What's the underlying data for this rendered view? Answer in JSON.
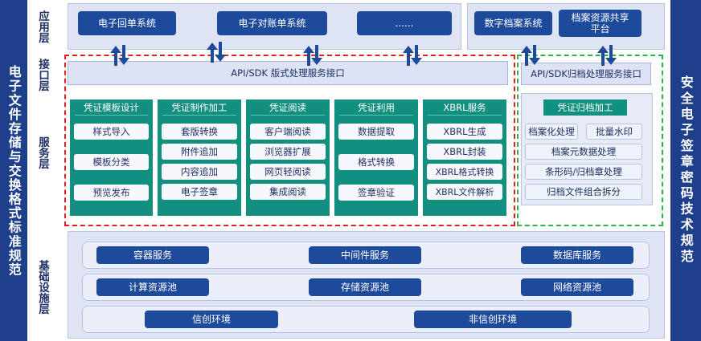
{
  "left_title": "电子文件存储与交换格式标准规范",
  "right_title": "安全电子签章密码技术规范",
  "layers": {
    "app": "应用层",
    "interface": "接口层",
    "service": "服务层",
    "infra": "基础设施层"
  },
  "app_layer": {
    "items": [
      "电子回单系统",
      "电子对账单系统",
      "......"
    ],
    "right_items": [
      "数字档案系统",
      "档案资源共享\n平台"
    ]
  },
  "interface_layer": {
    "left": "API/SDK 版式处理服务接口",
    "right": "API/SDK归档处理服务接口"
  },
  "service_columns": [
    {
      "title": "凭证模板设计",
      "items": [
        "样式导入",
        "模板分类",
        "预览发布"
      ]
    },
    {
      "title": "凭证制作加工",
      "items": [
        "套版转换",
        "附件追加",
        "内容追加",
        "电子签章"
      ]
    },
    {
      "title": "凭证阅读",
      "items": [
        "客户端阅读",
        "浏览器扩展",
        "网页轻阅读",
        "集成阅读"
      ]
    },
    {
      "title": "凭证利用",
      "items": [
        "数据提取",
        "格式转换",
        "签章验证"
      ]
    },
    {
      "title": "XBRL服务",
      "items": [
        "XBRL生成",
        "XBRL封装",
        "XBRL格式转换",
        "XBRL文件解析"
      ]
    }
  ],
  "archive_service": {
    "title": "凭证归档加工",
    "items": [
      "档案化处理",
      "批量水印",
      "档案元数据处理",
      "条形码/归档章处理",
      "归档文件组合拆分"
    ]
  },
  "infra_layer": {
    "row1": [
      "容器服务",
      "中间件服务",
      "数据库服务"
    ],
    "row2": [
      "计算资源池",
      "存储资源池",
      "网络资源池"
    ],
    "row3": [
      "信创环境",
      "非信创环境"
    ]
  },
  "colors": {
    "navy": "#1d3f8c",
    "button": "#1e4a9b",
    "teal": "#138f7f",
    "panel": "#dfe4f5",
    "red_dash": "#e02020",
    "green_dash": "#2fb24a"
  }
}
